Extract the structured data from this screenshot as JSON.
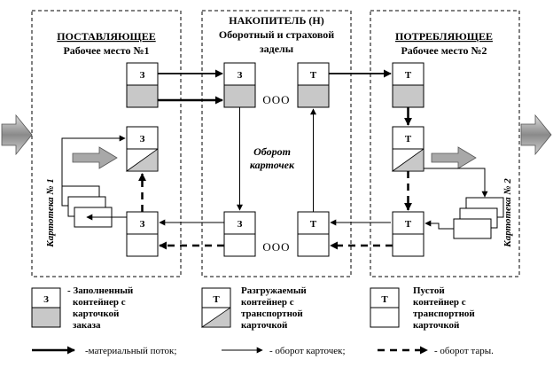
{
  "sections": {
    "supplier": {
      "title": "ПОСТАВЛЯЮЩЕЕ",
      "subtitle": "Рабочее место №1"
    },
    "buffer": {
      "title": "НАКОПИТЕЛЬ (Н)",
      "subtitle_line1": "Оборотный и страховой",
      "subtitle_line2": "заделы"
    },
    "consumer": {
      "title": "ПОТРЕБЛЯЮЩЕЕ",
      "subtitle": "Рабочее место №2"
    }
  },
  "card_files": {
    "left": "Картотека № 1",
    "right": "Картотека № 2"
  },
  "card_cycle": {
    "line1": "Оборот",
    "line2": "карточек"
  },
  "container_labels": {
    "order": "З",
    "transport": "Т"
  },
  "ellipsis": "OOO",
  "legend": {
    "filled": {
      "symbol": "З",
      "line1": "- Заполненный",
      "line2": "контейнер с",
      "line3": "карточкой",
      "line4": "заказа"
    },
    "unloading": {
      "symbol": "Т",
      "line1": "Разгружаемый",
      "line2": "контейнер с",
      "line3": "транспортной",
      "line4": "карточкой"
    },
    "empty": {
      "symbol": "Т",
      "line1": "Пустой",
      "line2": "контейнер с",
      "line3": "транспортной",
      "line4": "карточкой"
    }
  },
  "line_legend": {
    "material": "-материальный поток;",
    "cards": "- оборот карточек;",
    "tare": "- оборот тары."
  },
  "colors": {
    "fill_gray": "#c8c8c8",
    "arrow_gray": "#a8a8a8"
  }
}
